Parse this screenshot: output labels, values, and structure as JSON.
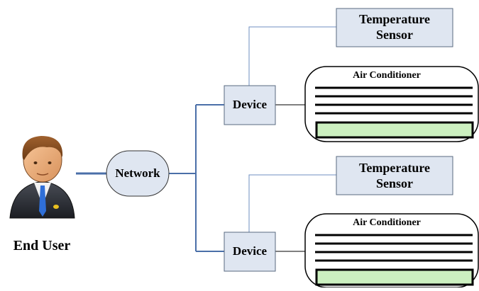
{
  "diagram": {
    "end_user": {
      "label": "End User",
      "icon": "businessman-avatar-icon"
    },
    "network": {
      "label": "Network"
    },
    "branches": [
      {
        "device": {
          "label": "Device"
        },
        "sensor": {
          "line1": "Temperature",
          "line2": "Sensor"
        },
        "air_conditioner": {
          "title": "Air Conditioner"
        }
      },
      {
        "device": {
          "label": "Device"
        },
        "sensor": {
          "line1": "Temperature",
          "line2": "Sensor"
        },
        "air_conditioner": {
          "title": "Air Conditioner"
        }
      }
    ]
  },
  "colors": {
    "box_fill": "#dfe6f1",
    "box_stroke": "#5a6a80",
    "connector_thick": "#4a6fa8",
    "connector_thin": "#6f8fc0",
    "ac_display": "#ccf0c0",
    "ac_display_stroke": "#000000"
  }
}
